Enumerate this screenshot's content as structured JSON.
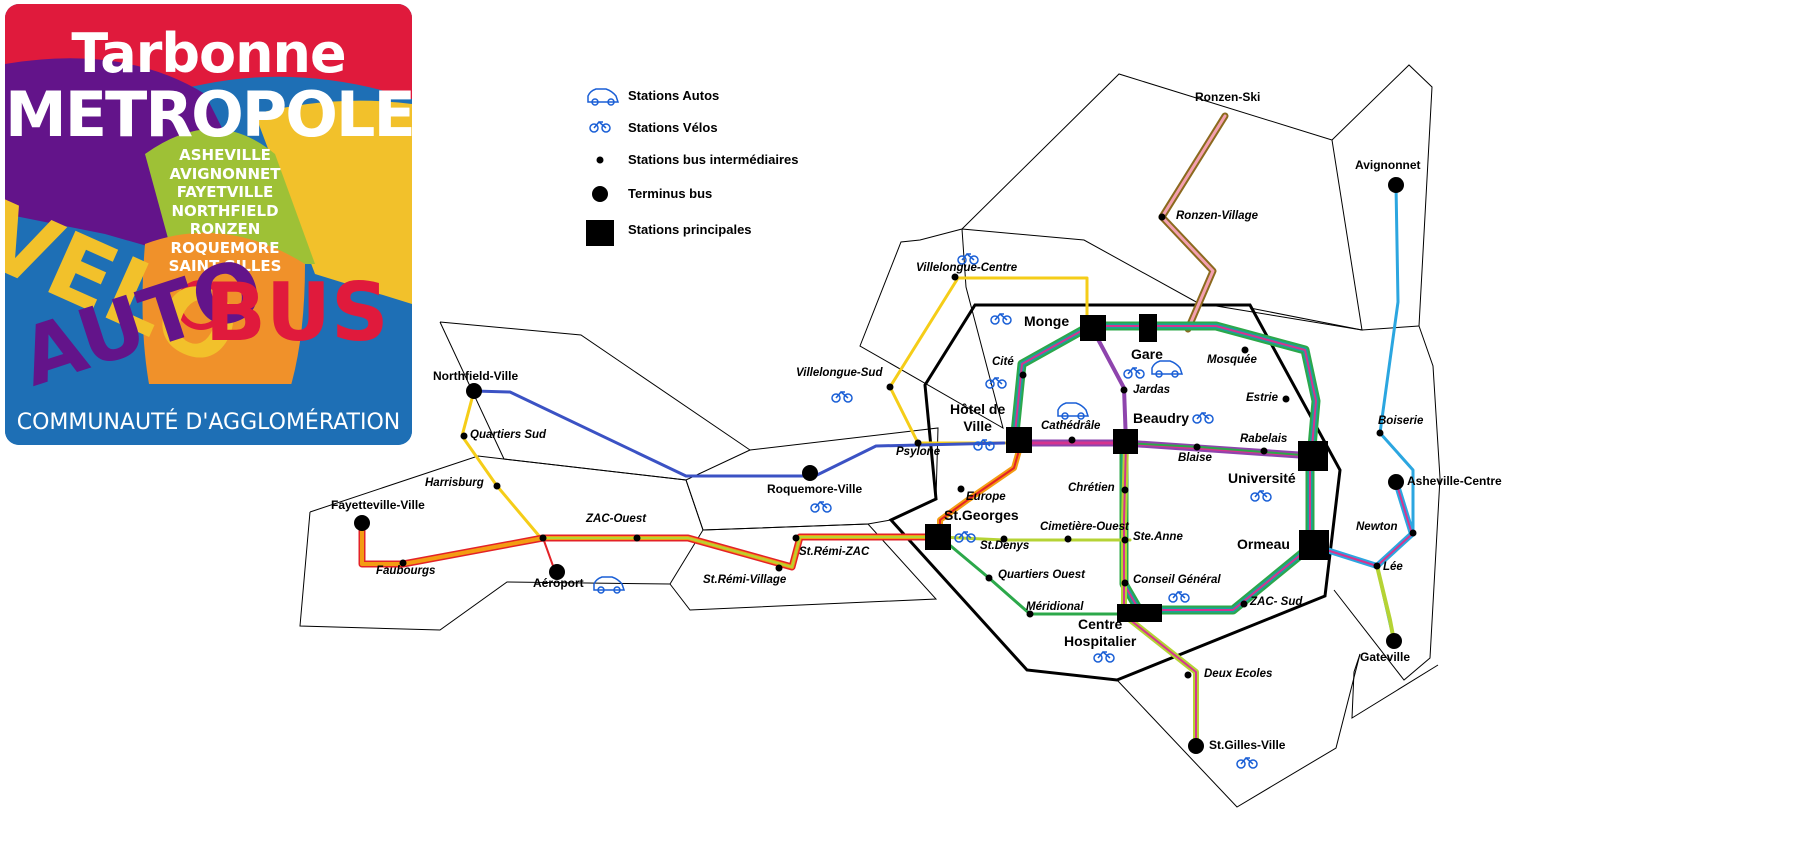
{
  "logo": {
    "line1": "Tarbonne",
    "line2": "METROPOLE",
    "cities": [
      "ASHEVILLE",
      "AVIGNONNET",
      "FAYETVILLE",
      "NORTHFIELD",
      "RONZEN",
      "ROQUEMORE",
      "SAINT-GILLES"
    ],
    "word_velo": "VELO",
    "word_auto": "AUTO",
    "word_bus": "BUS",
    "footer": "COMMUNAUTÉ D'AGGLOMÉRATION",
    "colors": {
      "red": "#e01a3c",
      "purple": "#63148a",
      "yellow": "#f2c12b",
      "blue": "#1e6fb5",
      "green": "#9ec136",
      "orange": "#f0912a"
    }
  },
  "legend": [
    {
      "symbol": "car-icon",
      "label": "Stations Autos"
    },
    {
      "symbol": "bike-icon",
      "label": "Stations Vélos"
    },
    {
      "symbol": "small-dot",
      "label": "Stations bus intermédiaires"
    },
    {
      "symbol": "large-dot",
      "label": "Terminus bus"
    },
    {
      "symbol": "black-square",
      "label": "Stations principales"
    }
  ],
  "stations": {
    "ronzen_ski": "Ronzen-Ski",
    "ronzen_village": "Ronzen-Village",
    "avignonnet": "Avignonnet",
    "villelongue_centre": "Villelongue-Centre",
    "villelongue_sud": "Villelongue-Sud",
    "monge": "Monge",
    "gare": "Gare",
    "mosquee": "Mosquée",
    "cite": "Cité",
    "jardas": "Jardas",
    "hotel_de_ville": "Hôtel de\nVille",
    "cathedrale": "Cathédrâle",
    "beaudry": "Beaudry",
    "estrie": "Estrie",
    "rabelais": "Rabelais",
    "blaise": "Blaise",
    "universite": "Université",
    "boiserie": "Boiserie",
    "northfield_ville": "Northfield-Ville",
    "quartiers_sud": "Quartiers Sud",
    "psylone": "Psylone",
    "roquemore_ville": "Roquemore-Ville",
    "harrisburg": "Harrisburg",
    "asheville_centre": "Asheville-Centre",
    "fayetteville_ville": "Fayetteville-Ville",
    "zac_ouest": "ZAC-Ouest",
    "europe": "Europe",
    "chretien": "Chrétien",
    "st_georges": "St.Georges",
    "cimetiere_ouest": "Cimetière-Ouest",
    "newton": "Newton",
    "ste_anne": "Ste.Anne",
    "ormeau": "Ormeau",
    "st_remi_zac": "St.Rémi-ZAC",
    "st_denys": "St.Denys",
    "lee": "Lée",
    "faubourgs": "Faubourgs",
    "aeroport": "Aéroport",
    "st_remi_village": "St.Rémi-Village",
    "quartiers_ouest": "Quartiers Ouest",
    "conseil_general": "Conseil Général",
    "zac_sud": "ZAC- Sud",
    "meridional": "Méridional",
    "centre_hospitalier": "Centre\nHospitalier",
    "gateville": "Gateville",
    "deux_ecoles": "Deux Ecoles",
    "st_gilles_ville": "St.Gilles-Ville"
  },
  "line_colors": {
    "red": "#e32227",
    "orange": "#f39c12",
    "yellow": "#f5cd18",
    "lime": "#b5d334",
    "green": "#2ca84a",
    "teal": "#1aa39a",
    "sky": "#2ba6e0",
    "blue": "#3b52c4",
    "magenta": "#d6338f",
    "purple": "#8e44ad",
    "brown": "#8b6a1e",
    "pink": "#f4a0b0"
  },
  "icon_color": "#1a5fd6"
}
